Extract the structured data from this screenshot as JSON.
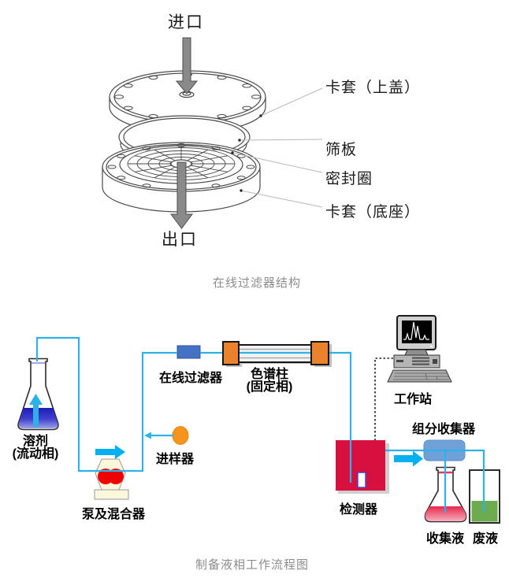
{
  "colors": {
    "tube_cyan": "#2eb0e8",
    "arrow_cyan": "#00b0f0",
    "filter_blue": "#4472c4",
    "column_orange": "#e8832c",
    "injector_orange": "#f7941e",
    "pump_red": "#ee0202",
    "pump_cream": "#fbf7da",
    "detector_red": "#d8103f",
    "collector_blue": "#6fa0d8",
    "waste_green": "#6cab4e",
    "solvent_blue": "#2020c0",
    "drawing_line": "#4a4a4a",
    "caption_gray": "#8c8c8c"
  },
  "top_diagram": {
    "inlet_label": "进口",
    "outlet_label": "出口",
    "parts": [
      {
        "label": "卡套（上盖）"
      },
      {
        "label": "筛板"
      },
      {
        "label": "密封圈"
      },
      {
        "label": "卡套（底座）"
      }
    ],
    "caption": "在线过滤器结构"
  },
  "flow_diagram": {
    "solvent_label_line1": "溶剂",
    "solvent_label_line2": "(流动相)",
    "pump_label": "泵及混合器",
    "injector_label": "进样器",
    "inline_filter_label": "在线过滤器",
    "column_label_line1": "色谱柱",
    "column_label_line2": "(固定相)",
    "detector_label": "检测器",
    "workstation_label": "工作站",
    "fraction_collector_label": "组分收集器",
    "collected_label": "收集液",
    "waste_label": "废液",
    "caption": "制备液相工作流程图"
  }
}
